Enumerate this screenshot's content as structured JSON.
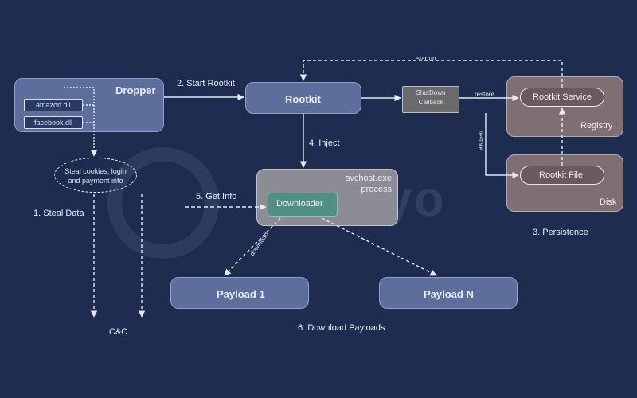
{
  "nodes": {
    "dropper": "Dropper",
    "amazon": "amazon.dll",
    "facebook": "facebook.dll",
    "steal": "Steal cookies, login and payment info",
    "rootkit": "Rootkit",
    "shutdown": "ShutDown Callback",
    "rootkit_service": "Rootkit Service",
    "registry": "Registry",
    "rootkit_file": "Rootkit File",
    "disk": "Disk",
    "svchost": "svchost.exe process",
    "downloader": "Downloader",
    "payload1": "Payload 1",
    "payloadn": "Payload N",
    "cnc": "C&C"
  },
  "labels": {
    "start_rootkit": "2. Start Rootkit",
    "inject": "4. Inject",
    "get_info": "5. Get Info",
    "steal_data": "1. Steal Data",
    "persistence": "3. Persistence",
    "download_payloads": "6. Download Payloads",
    "startup": "startup",
    "restore_h": "restore",
    "restore_v": "restore",
    "download": "download"
  },
  "watermark": "Safelyo",
  "colors": {
    "background": "#1e2d4f",
    "node_fill": "#5d6e9c",
    "callback_fill": "#6b6b6b",
    "registry_fill": "#7f6f72",
    "downloader_fill": "#4f8f84",
    "svchost_fill": "#8c8c94",
    "arrow": "#e6e9f0"
  }
}
